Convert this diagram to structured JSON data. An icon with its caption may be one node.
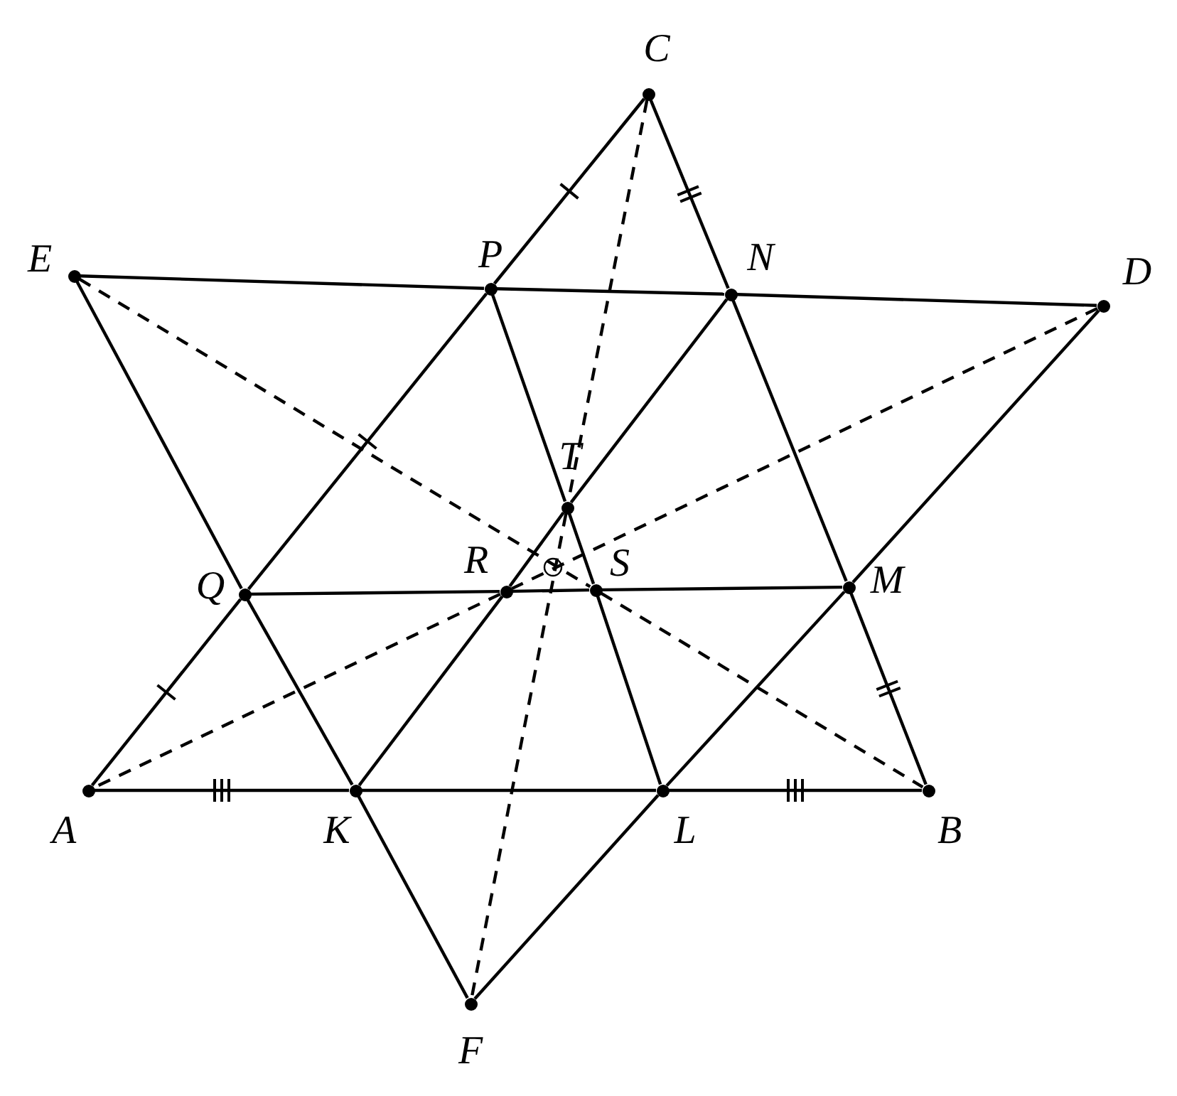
{
  "diagram": {
    "nodes": [
      {
        "text": [
          "A"
        ]
      },
      {
        "text": [
          "B"
        ]
      },
      {
        "text": [
          "C"
        ]
      },
      {
        "text": [
          "D"
        ]
      },
      {
        "text": [
          "E"
        ]
      },
      {
        "text": [
          "F"
        ]
      },
      {
        "text": [
          "K"
        ]
      },
      {
        "text": [
          "L"
        ]
      },
      {
        "text": [
          "M"
        ]
      },
      {
        "text": [
          "N"
        ]
      },
      {
        "text": [
          "P"
        ]
      },
      {
        "text": [
          "Q"
        ]
      },
      {
        "text": [
          "R"
        ]
      },
      {
        "text": [
          "S"
        ]
      },
      {
        "text": [
          "T"
        ]
      }
    ],
    "edges": [
      {
        "from": 0,
        "to": 6,
        "arrow": "none"
      },
      {
        "from": 6,
        "to": 7,
        "arrow": "none"
      },
      {
        "from": 7,
        "to": 1,
        "arrow": "none"
      },
      {
        "from": 0,
        "to": 11,
        "arrow": "none"
      },
      {
        "from": 11,
        "to": 10,
        "arrow": "none"
      },
      {
        "from": 10,
        "to": 2,
        "arrow": "none"
      },
      {
        "from": 2,
        "to": 9,
        "arrow": "none"
      },
      {
        "from": 9,
        "to": 8,
        "arrow": "none"
      },
      {
        "from": 8,
        "to": 1,
        "arrow": "none"
      },
      {
        "from": 4,
        "to": 10,
        "arrow": "none"
      },
      {
        "from": 10,
        "to": 9,
        "arrow": "none"
      },
      {
        "from": 9,
        "to": 3,
        "arrow": "none"
      },
      {
        "from": 4,
        "to": 11,
        "arrow": "none"
      },
      {
        "from": 11,
        "to": 6,
        "arrow": "none"
      },
      {
        "from": 6,
        "to": 5,
        "arrow": "none"
      },
      {
        "from": 3,
        "to": 8,
        "arrow": "none"
      },
      {
        "from": 8,
        "to": 7,
        "arrow": "none"
      },
      {
        "from": 7,
        "to": 5,
        "arrow": "none"
      },
      {
        "from": 11,
        "to": 12,
        "arrow": "none"
      },
      {
        "from": 12,
        "to": 13,
        "arrow": "none"
      },
      {
        "from": 13,
        "to": 8,
        "arrow": "none"
      },
      {
        "from": 6,
        "to": 12,
        "arrow": "none"
      },
      {
        "from": 12,
        "to": 14,
        "arrow": "none"
      },
      {
        "from": 14,
        "to": 9,
        "arrow": "none"
      },
      {
        "from": 10,
        "to": 14,
        "arrow": "none"
      },
      {
        "from": 14,
        "to": 13,
        "arrow": "none"
      },
      {
        "from": 13,
        "to": 7,
        "arrow": "none"
      },
      {
        "from": 4,
        "to": 13,
        "arrow": "none",
        "style": "dashed"
      },
      {
        "from": 13,
        "to": 1,
        "arrow": "none",
        "style": "dashed"
      },
      {
        "from": 3,
        "to": 12,
        "arrow": "none",
        "style": "dashed"
      },
      {
        "from": 12,
        "to": 0,
        "arrow": "none",
        "style": "dashed"
      },
      {
        "from": 2,
        "to": 14,
        "arrow": "none",
        "style": "dashed"
      },
      {
        "from": 14,
        "to": 5,
        "arrow": "none",
        "style": "dashed"
      }
    ]
  }
}
